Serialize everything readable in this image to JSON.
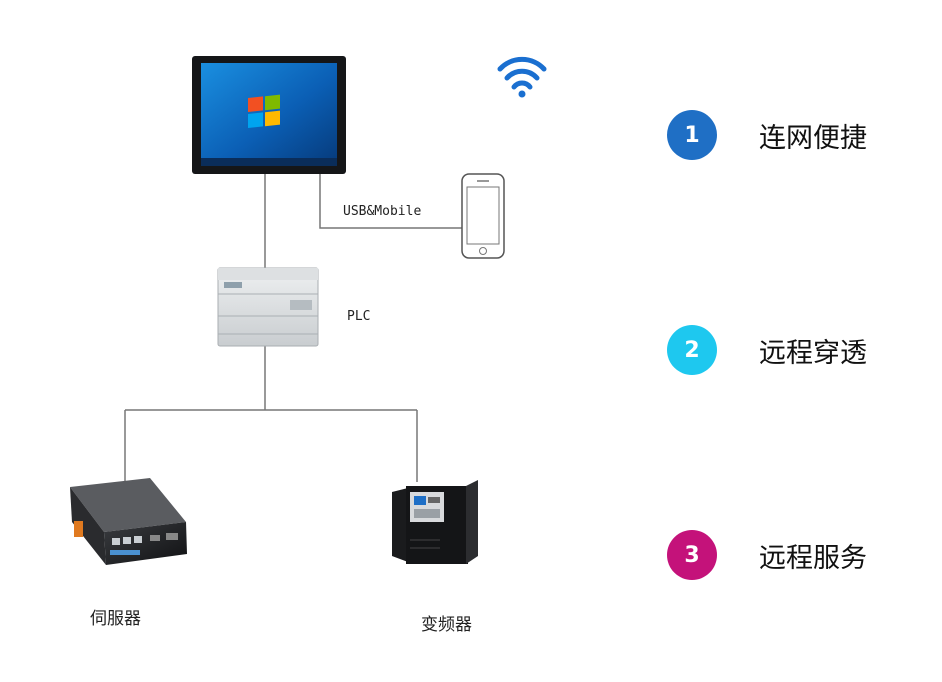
{
  "nodes": {
    "usb_mobile": "USB&Mobile",
    "plc": "PLC",
    "servo": "伺服器",
    "inverter": "变频器"
  },
  "features": [
    {
      "number": "1",
      "text": "连网便捷",
      "color": "#1f6fc5"
    },
    {
      "number": "2",
      "text": "远程穿透",
      "color": "#1ec8ef"
    },
    {
      "number": "3",
      "text": "远程服务",
      "color": "#c4127a"
    }
  ],
  "colors": {
    "line": "#777777",
    "wifi": "#1a6fd0"
  }
}
